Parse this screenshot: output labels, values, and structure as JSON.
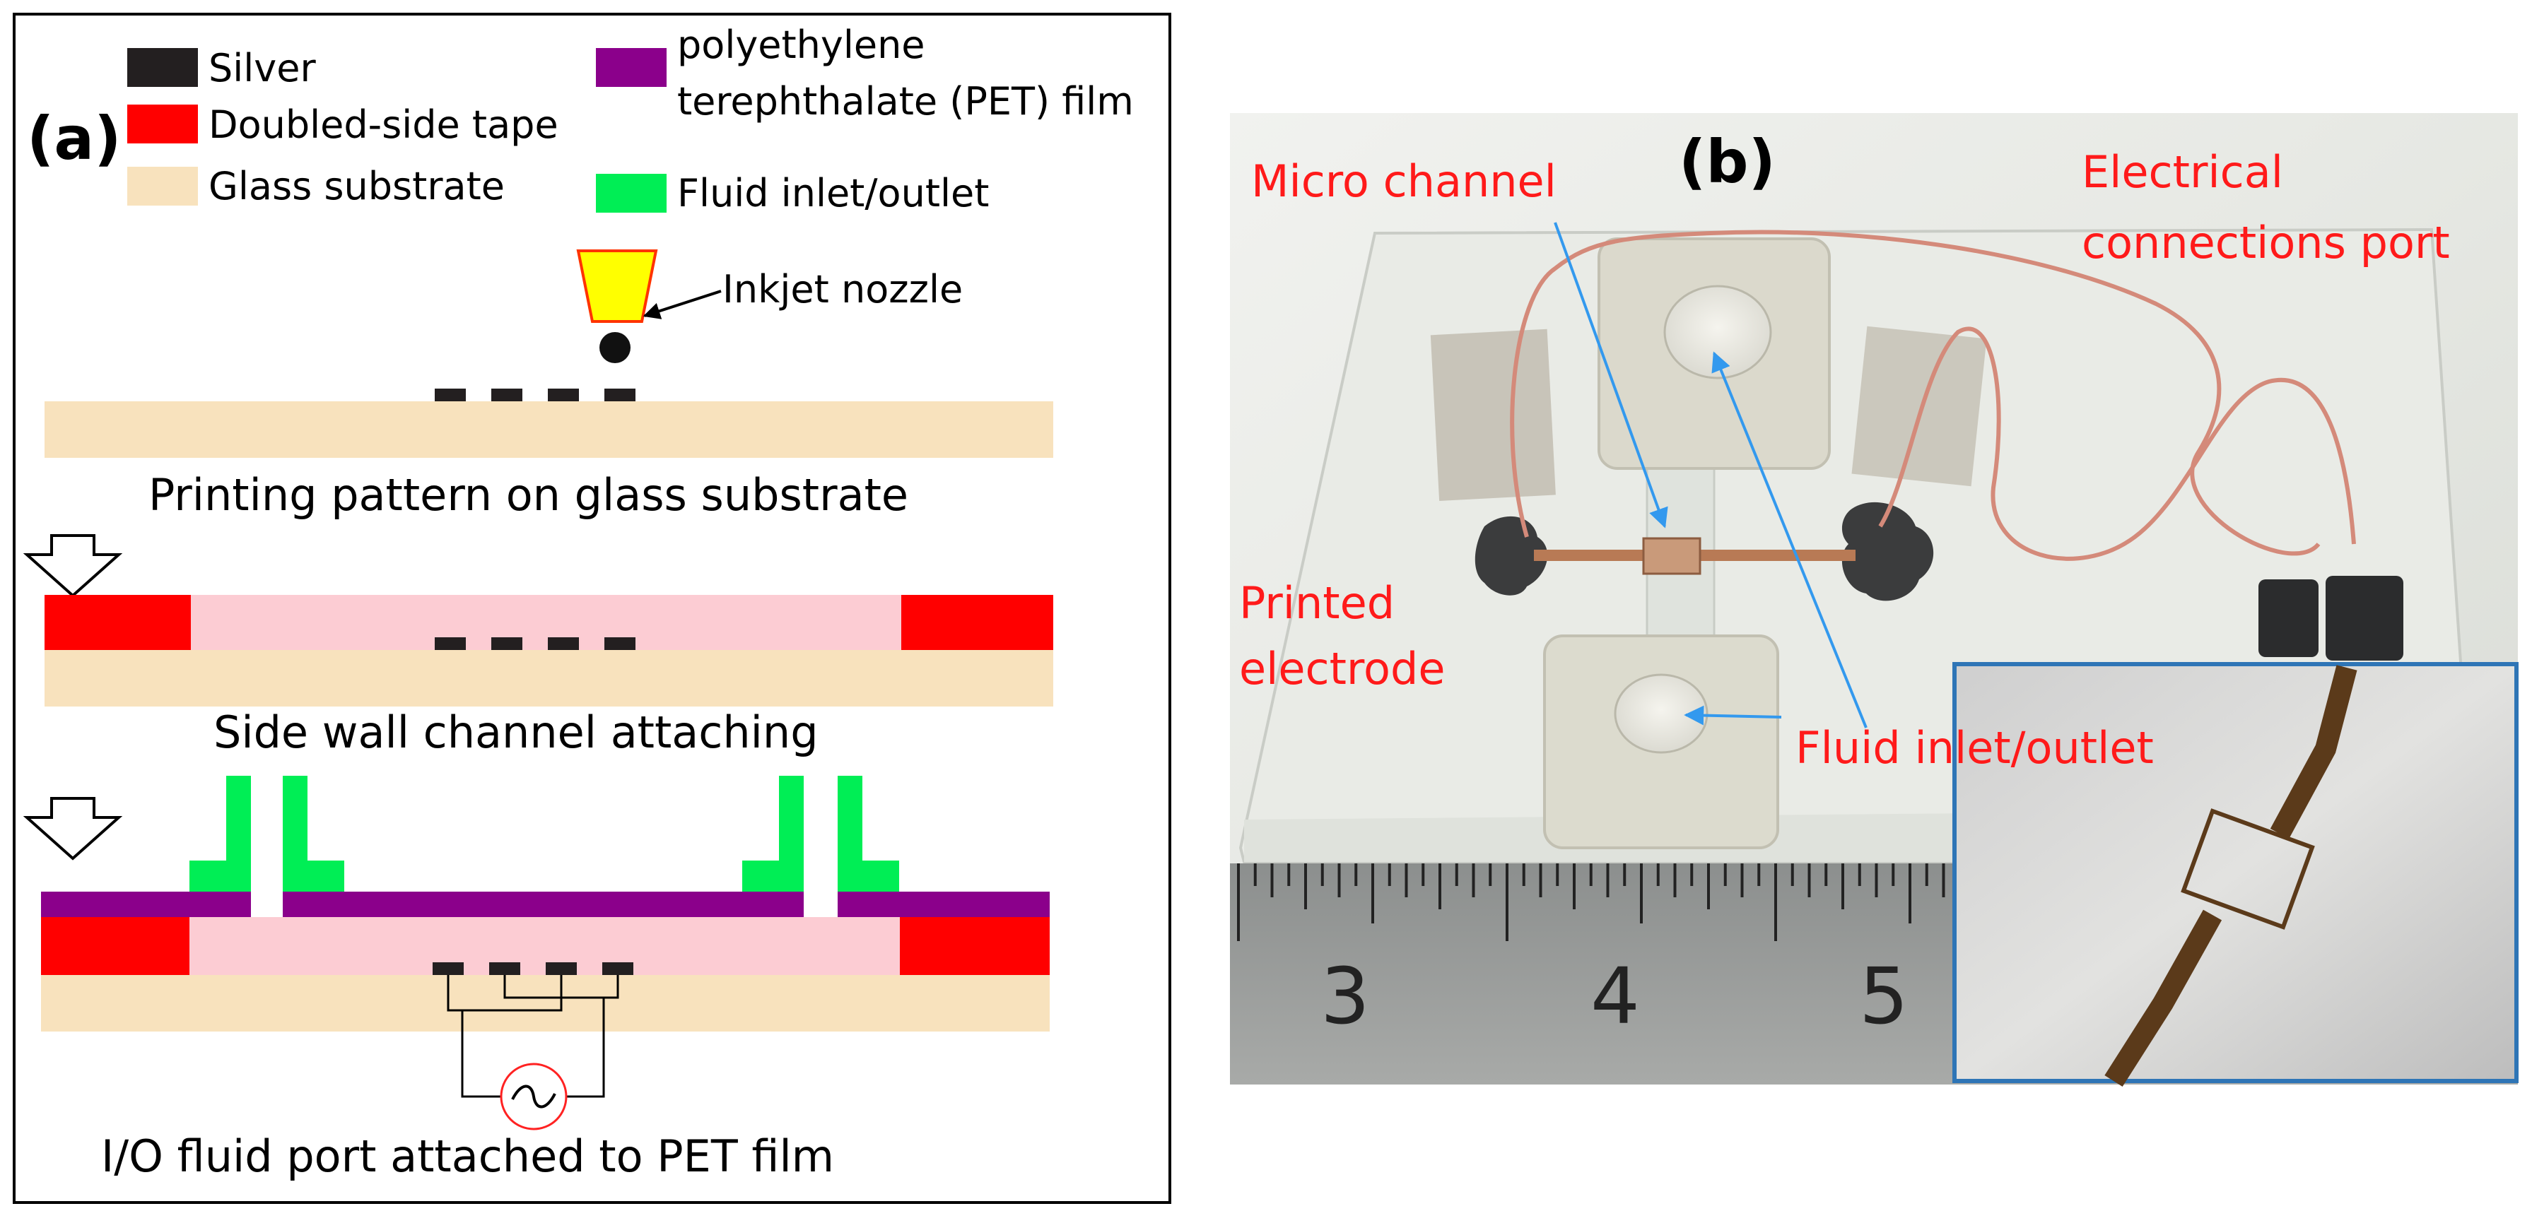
{
  "panel_a": {
    "label": "(a)",
    "legend": {
      "silver": "Silver",
      "tape": "Doubled-side tape",
      "glass": "Glass substrate",
      "pet_line1": "polyethylene",
      "pet_line2": "terephthalate (PET) film",
      "fluid": "Fluid inlet/outlet"
    },
    "nozzle_label": "Inkjet nozzle",
    "step1": "Printing pattern on glass substrate",
    "step2": "Side wall channel attaching",
    "step3": "I/O fluid port attached to PET film",
    "colors": {
      "silver": "#231f20",
      "tape": "#ff0000",
      "glass": "#f8e2bd",
      "pet": "#8b008b",
      "fluid": "#00ee55",
      "channel": "#fcccd3",
      "nozzle": "#ffff00"
    }
  },
  "panel_b": {
    "label": "(b)",
    "micro_channel": "Micro channel",
    "electrical_line1": "Electrical",
    "electrical_line2": "connections port",
    "printed_line1": "Printed",
    "printed_line2": "electrode",
    "fluid": "Fluid inlet/outlet",
    "ruler_numbers": [
      "3",
      "4",
      "5"
    ],
    "colors": {
      "annotation": "#ff1a1a",
      "arrow": "#3399ee",
      "inset_border": "#2e75b6"
    }
  }
}
